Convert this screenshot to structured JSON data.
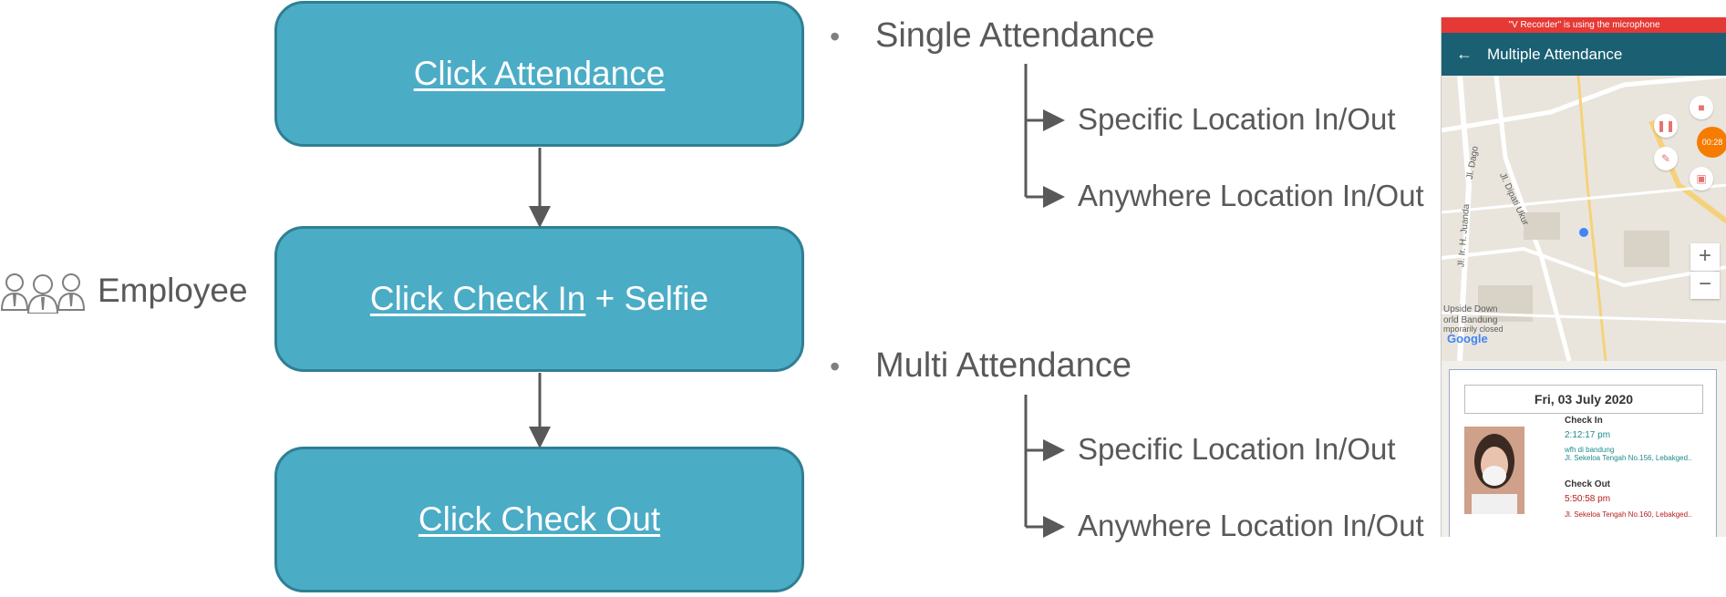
{
  "flow": {
    "box1": {
      "link": "Click Attendance"
    },
    "box2": {
      "link": "Click Check In",
      "rest": " + Selfie"
    },
    "box3": {
      "link": "Click Check Out"
    }
  },
  "actor": {
    "label": "Employee",
    "icon": "employee-group-icon"
  },
  "options": [
    {
      "title": "Single Attendance",
      "subs": [
        "Specific Location In/Out",
        "Anywhere Location In/Out"
      ]
    },
    {
      "title": "Multi Attendance",
      "subs": [
        "Specific Location In/Out",
        "Anywhere Location In/Out"
      ]
    }
  ],
  "bullet": "•",
  "phone": {
    "recorder_banner": "\"V Recorder\" is using the microphone",
    "back": "←",
    "title": "Multiple Attendance",
    "map_labels": [
      "Jl. Dago",
      "Jl. Dipati Ukur",
      "Jl. Ir. H. Juanda",
      "Upside Down",
      "orld Bandung",
      "mporarily closed",
      "Google"
    ],
    "recording_time": "00:28",
    "zoom_in": "+",
    "zoom_out": "−",
    "date": "Fri, 03 July 2020",
    "check_in": {
      "label": "Check In",
      "time": "2:12:17 pm",
      "note": "wfh di bandung",
      "address": "Jl. Sekeloa Tengah No.156, Lebakged.."
    },
    "check_out": {
      "label": "Check Out",
      "time": "5:50:58 pm",
      "address": "Jl. Sekeloa Tengah No.160, Lebakged.."
    },
    "colors": {
      "accent": "#1a5f72",
      "check_in_text": "#1d8a8a",
      "check_out_text": "#b71c1c"
    }
  },
  "colors": {
    "box_fill": "#4bacc6",
    "box_border": "#2f7f93",
    "arrow": "#595959"
  }
}
